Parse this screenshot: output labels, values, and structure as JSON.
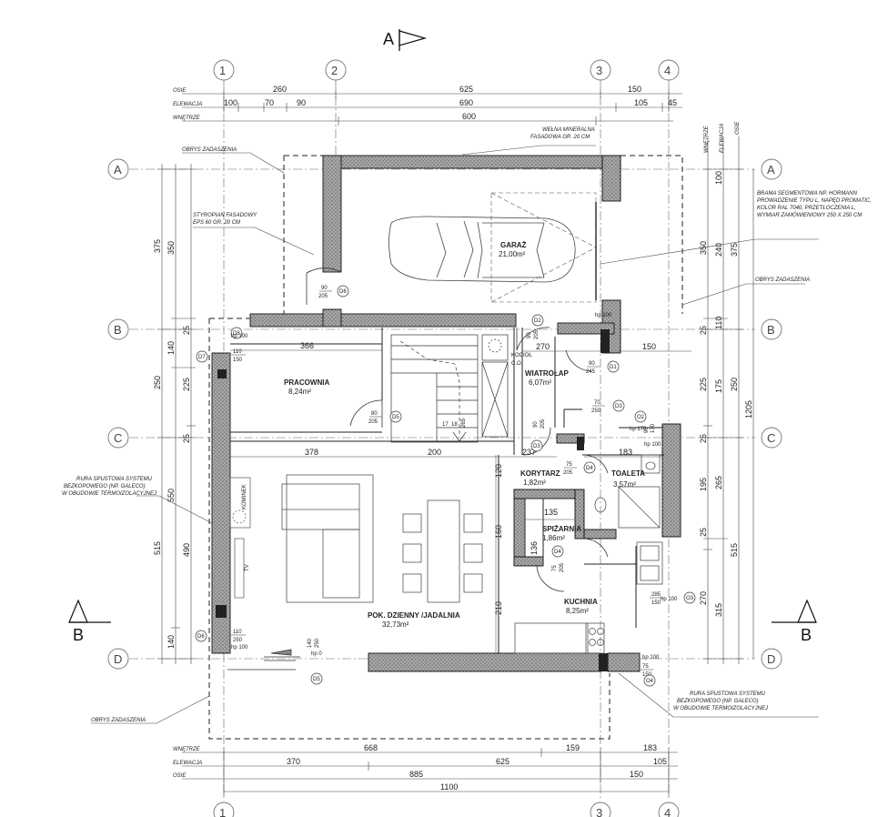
{
  "section_markers": {
    "top": "A",
    "left": "B",
    "right": "B"
  },
  "axes": {
    "columns": [
      "1",
      "2",
      "3",
      "4"
    ],
    "rows": [
      "A",
      "B",
      "C",
      "D"
    ]
  },
  "row_labels_top": {
    "osie": "OSIE",
    "elewacja": "ELEWACJA",
    "wnetrze": "WNĘTRZE"
  },
  "row_labels_bottom": {
    "wnetrze": "WNĘTRZE",
    "elewacja": "ELEWACJA",
    "osie": "OSIE"
  },
  "right_labels": {
    "wnetrze": "WNĘTRZE",
    "elewacja": "ELEWACJA",
    "osie": "OSIE"
  },
  "top_dims": {
    "osie": [
      "260",
      "625",
      "150"
    ],
    "elewacja": [
      "100",
      "70",
      "90",
      "690",
      "105",
      "45"
    ],
    "wnetrze": [
      "600"
    ]
  },
  "bottom_dims": {
    "wnetrze": [
      "668",
      "159",
      "183"
    ],
    "elewacja": [
      "370",
      "625",
      "105"
    ],
    "osie": [
      "885",
      "150"
    ],
    "total": "1100"
  },
  "left_dims": {
    "outer": [
      "375",
      "250",
      "515"
    ],
    "middle": [
      "350",
      "140",
      "225",
      "550",
      "140"
    ],
    "inner": [
      "25",
      "25",
      "490"
    ]
  },
  "right_dims": {
    "inner": [
      "350",
      "25",
      "225",
      "25",
      "195",
      "25",
      "270"
    ],
    "middle": [
      "240",
      "110",
      "175",
      "265",
      "315"
    ],
    "outer": [
      "100",
      "375",
      "250",
      "1205",
      "515"
    ]
  },
  "rooms": [
    {
      "name": "GARAŻ",
      "area": "21,00m²"
    },
    {
      "name": "PRACOWNIA",
      "area": "8,24m²"
    },
    {
      "name": "WIATROŁAP",
      "area": "6,07m²"
    },
    {
      "name": "KORYTARZ",
      "area": "1,82m²"
    },
    {
      "name": "TOALETA",
      "area": "3,57m²"
    },
    {
      "name": "SPIŻARNIA",
      "area": "1,86m²"
    },
    {
      "name": "KUCHNIA",
      "area": "8,25m²"
    },
    {
      "name": "POK. DZIENNY /JADALNIA",
      "area": "32,73m²"
    }
  ],
  "notes": {
    "welna": [
      "WEŁNA MINERALNA",
      "FASADOWA GR. 20 CM"
    ],
    "obrys_tl": "OBRYS ZADASZENIA",
    "styropian": [
      "STYROPIAN FASADOWY",
      "EPS 60 GR. 20 CM"
    ],
    "brama": [
      "BRAMA SEGMENTOWA NP. HORMANN",
      "PROWADZENIE TYPU L, NAPĘD PROMATIC,",
      "KOLOR RAL 7040, PRZETŁOCZENIA L,",
      "WYMIAR ZAMÓWIENIOWY 250 X 250 CM"
    ],
    "obrys_r": "OBRYS ZADASZENIA",
    "rura_l": [
      "RURA SPUSTOWA SYSTEMU",
      "BEZKOPOWEGO (NP. GALECO)",
      "W OBUDOWIE TERMOIZOLACYJNEJ"
    ],
    "rura_r": [
      "RURA SPUSTOWA SYSTEMU",
      "BEZKOPOWEGO (NP. GALECO)",
      "W OBUDOWIE TERMOIZOLACYJNEJ"
    ],
    "obrys_bl": "OBRYS ZADASZENIA",
    "kociol": "KOCIOŁ",
    "co": "C.O.",
    "kominek": "KOMINEK",
    "tv": "TV"
  },
  "interior_dims": {
    "pracownia_w": "366",
    "salon_w": "378",
    "stairs_w": "200",
    "kor_w": "237",
    "wiat_w": "270",
    "w150": "150",
    "w183": "183",
    "spiz_w": "135",
    "spiz_h": "136",
    "v120": "120",
    "v160": "160",
    "v210": "210",
    "stair_a": "17",
    "stair_b": "18",
    "stair_c": "265"
  },
  "openings": [
    {
      "tag": "D6",
      "w": "90",
      "h": "205"
    },
    {
      "tag": "D2",
      "w": "90",
      "h": "205"
    },
    {
      "tag": "D1",
      "w": "90",
      "h": "245"
    },
    {
      "tag": "D3",
      "w": "70",
      "h": "250"
    },
    {
      "tag": "D5",
      "w": "80",
      "h": "205"
    },
    {
      "tag": "D3",
      "w": "90",
      "h": "205"
    },
    {
      "tag": "D4",
      "w": "75",
      "h": "205"
    },
    {
      "tag": "D4",
      "w": "75",
      "h": "205"
    },
    {
      "tag": "D8",
      "w": "110",
      "h": "150"
    },
    {
      "tag": "D7",
      "w": "110",
      "h": "150"
    },
    {
      "tag": "D6",
      "w": "110",
      "h": "250"
    },
    {
      "tag": "D5",
      "w": "140",
      "h": "250"
    },
    {
      "tag": "O2",
      "w": "90",
      "h": "170"
    },
    {
      "tag": "O3",
      "w": "285",
      "h": "150"
    },
    {
      "tag": "O4",
      "w": "75",
      "h": "150"
    }
  ],
  "hp_tags": [
    "hp 100",
    "hp 100",
    "hp 0",
    "hp 170",
    "hp 100",
    "hp 100",
    "hp 100",
    "hp 100"
  ]
}
